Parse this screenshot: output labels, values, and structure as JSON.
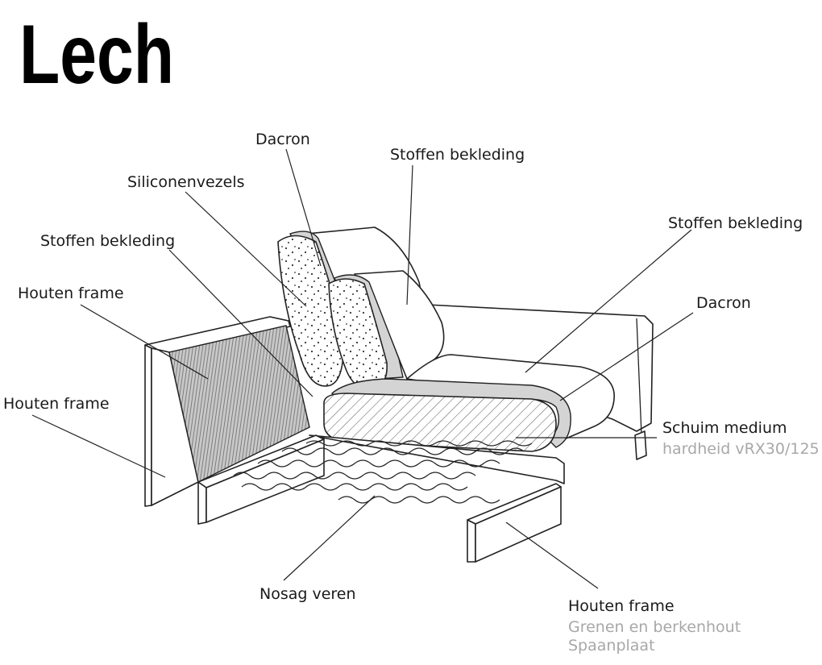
{
  "title": "Lech",
  "labels": {
    "dacron_top": "Dacron",
    "stoffen_top": "Stoffen bekleding",
    "siliconenvezels": "Siliconenvezels",
    "stoffen_right": "Stoffen bekleding",
    "stoffen_left": "Stoffen bekleding",
    "houten_frame_left_upper": "Houten frame",
    "dacron_right": "Dacron",
    "houten_frame_left_lower": "Houten frame",
    "schuim_medium": "Schuim medium",
    "schuim_hardheid": "hardheid vRX30/125",
    "nosag_veren": "Nosag veren",
    "houten_frame_bottom": "Houten frame",
    "houten_frame_material_1": "Grenen en berkenhout",
    "houten_frame_material_2": "Spaanplaat"
  },
  "colors": {
    "line": "#222222",
    "subtext": "#a8a8a8",
    "fill_grey": "#d4d4d4"
  }
}
